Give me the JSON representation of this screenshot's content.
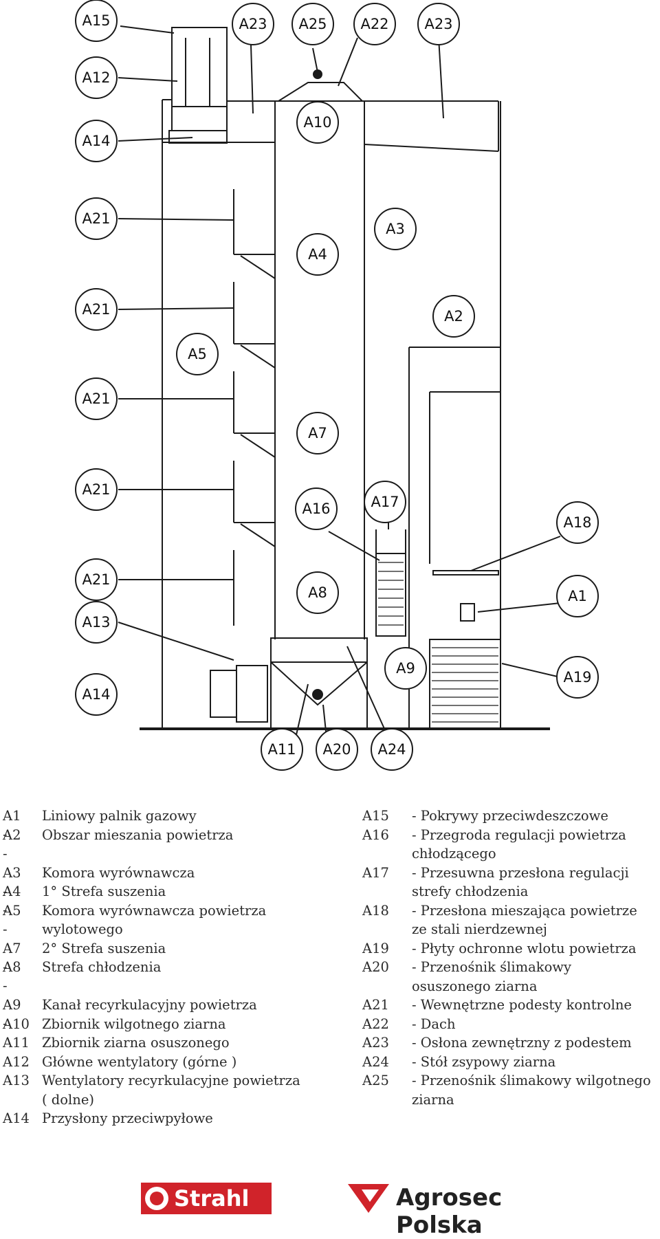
{
  "callouts": [
    "A15",
    "A23",
    "A25",
    "A22",
    "A23",
    "A12",
    "A10",
    "A14",
    "A21",
    "A3",
    "A4",
    "A21",
    "A2",
    "A5",
    "A21",
    "A7",
    "A21",
    "A16",
    "A17",
    "A18",
    "A21",
    "A8",
    "A1",
    "A13",
    "A9",
    "A19",
    "A14",
    "A11",
    "A20",
    "A24"
  ],
  "legend_left": [
    {
      "code": "A1 -",
      "desc": "Liniowy palnik gazowy"
    },
    {
      "code": "A2 -",
      "desc": "Obszar mieszania powietrza"
    },
    {
      "code": "A3 -",
      "desc": "Komora wyrównawcza"
    },
    {
      "code": "A4 -",
      "desc": "1° Strefa suszenia"
    },
    {
      "code": "A5 -",
      "desc": "Komora wyrównawcza powietrza"
    },
    {
      "code": "",
      "desc": "wylotowego"
    },
    {
      "code": "A7 -",
      "desc": "2° Strefa suszenia"
    },
    {
      "code": "A8 -",
      "desc": "Strefa chłodzenia"
    },
    {
      "code": "A9 -",
      "desc": "Kanał recyrkulacyjny powietrza"
    },
    {
      "code": "A10",
      "desc": "Zbiornik wilgotnego ziarna"
    },
    {
      "code": "A11",
      "desc": "Zbiornik ziarna osuszonego"
    },
    {
      "code": "A12",
      "desc": "Główne wentylatory (górne )"
    },
    {
      "code": "A13",
      "desc": "Wentylatory recyrkulacyjne powietrza"
    },
    {
      "code": "",
      "desc": "( dolne)"
    },
    {
      "code": "A14",
      "desc": "Przysłony przeciwpyłowe"
    }
  ],
  "legend_right": [
    {
      "code": "A15",
      "desc": "- Pokrywy przeciwdeszczowe"
    },
    {
      "code": "A16",
      "desc": "- Przegroda regulacji powietrza"
    },
    {
      "code": "",
      "desc": "chłodzącego"
    },
    {
      "code": "A17",
      "desc": "- Przesuwna przesłona regulacji"
    },
    {
      "code": "",
      "desc": "strefy chłodzenia"
    },
    {
      "code": "A18",
      "desc": "- Przesłona mieszająca powietrze"
    },
    {
      "code": "",
      "desc": "ze stali nierdzewnej"
    },
    {
      "code": "A19",
      "desc": "- Płyty ochronne wlotu powietrza"
    },
    {
      "code": "A20",
      "desc": "- Przenośnik ślimakowy"
    },
    {
      "code": "",
      "desc": "osuszonego ziarna"
    },
    {
      "code": "A21",
      "desc": "- Wewnętrzne podesty kontrolne"
    },
    {
      "code": "A22",
      "desc": "- Dach"
    },
    {
      "code": "A23",
      "desc": "- Osłona zewnętrzny z podestem"
    },
    {
      "code": "A24",
      "desc": "- Stół zsypowy ziarna"
    },
    {
      "code": "A25",
      "desc": "- Przenośnik ślimakowy wilgotnego"
    },
    {
      "code": "",
      "desc": "ziarna"
    }
  ],
  "logos": {
    "left": "Strahl",
    "right": "Agrosec Polska"
  },
  "colors": {
    "logo_red": "#d0232a",
    "line": "#1a1a1a"
  }
}
